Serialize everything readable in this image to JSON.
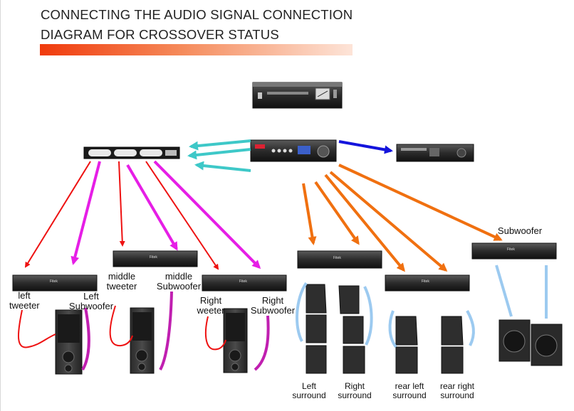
{
  "title": {
    "line1": "CONNECTING THE AUDIO SIGNAL CONNECTION",
    "line2": "DIAGRAM FOR CROSSOVER STATUS"
  },
  "colors": {
    "title_bar_start": "#f03a0c",
    "tweeter_line": "#ee1111",
    "subwoofer_line": "#e61ee6",
    "processor_line": "#3ec8c8",
    "cable_line": "#1414dc",
    "surround_line": "#f07010",
    "speaker_wire": "#9ccaf0"
  },
  "labels": {
    "left_tweeter": "left\ntweeter",
    "left_subwoofer": "Left\nSubwoofer",
    "middle_tweeter": "middle\ntweeter",
    "middle_subwoofer": "middle\nSubwoofer",
    "right_tweeter": "Right\nweeter",
    "right_subwoofer": "Right\nSubwoofer",
    "subwoofer": "Subwoofer",
    "left_surround": "Left\nsurround",
    "right_surround": "Right\nsurround",
    "rear_left_surround": "rear left\nsurround",
    "rear_right_surround": "rear right\nsurround"
  },
  "devices": {
    "power_sequencer": "power-sequencer",
    "processor": "audio-processor",
    "crossover": "crossover-unit",
    "player": "player-unit",
    "amplifier_brand": "Fitek"
  }
}
